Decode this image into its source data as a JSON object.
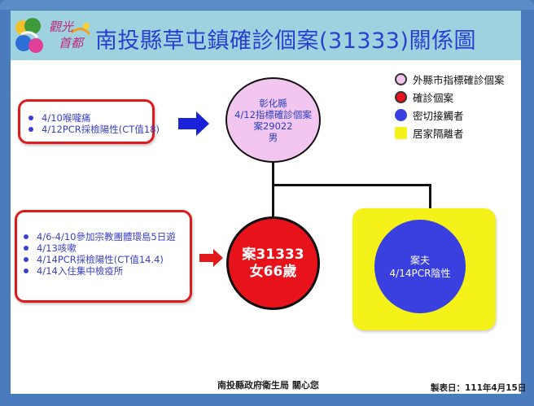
{
  "header": {
    "logo_text_line1": "觀光",
    "logo_text_line2": "首都",
    "title": "南投縣草屯鎮確診個案(31333)關係圖"
  },
  "legend": {
    "items": [
      {
        "label": "外縣市指標確診個案",
        "color": "#f3c6f0",
        "shape": "circle"
      },
      {
        "label": "確診個案",
        "color": "#e8121a",
        "shape": "circle"
      },
      {
        "label": "密切接觸者",
        "color": "#3a3fe0",
        "shape": "circle"
      },
      {
        "label": "居家隔離者",
        "color": "#f5f21a",
        "shape": "square"
      }
    ]
  },
  "index_case_notes": {
    "items": [
      "4/10喉嚨痛",
      "4/12PCR採檢陽性(CT值18)"
    ]
  },
  "index_case": {
    "line1": "彰化縣",
    "line2": "4/12指標確診個案",
    "line3": "案29022",
    "line4": "男"
  },
  "confirmed_case_notes": {
    "items": [
      "4/6-4/10參加宗教團體環島5日遊",
      "4/13咳嗽",
      "4/14PCR採檢陽性(CT值14.4)",
      "4/14入住集中檢疫所"
    ]
  },
  "confirmed_case": {
    "line1": "案31333",
    "line2": "女66歲"
  },
  "contact": {
    "line1": "案夫",
    "line2": "4/14PCR陰性"
  },
  "colors": {
    "frame": "#4a7bbd",
    "header_band": "#9fd2df",
    "title": "#2a3fd0",
    "box_border": "#e01a1a",
    "arrow_blue": "#1a22d8",
    "arrow_red": "#e01a1a"
  },
  "footer": {
    "org": "南投縣政府衛生局  關心您",
    "date": "製表日：111年4月15日"
  }
}
